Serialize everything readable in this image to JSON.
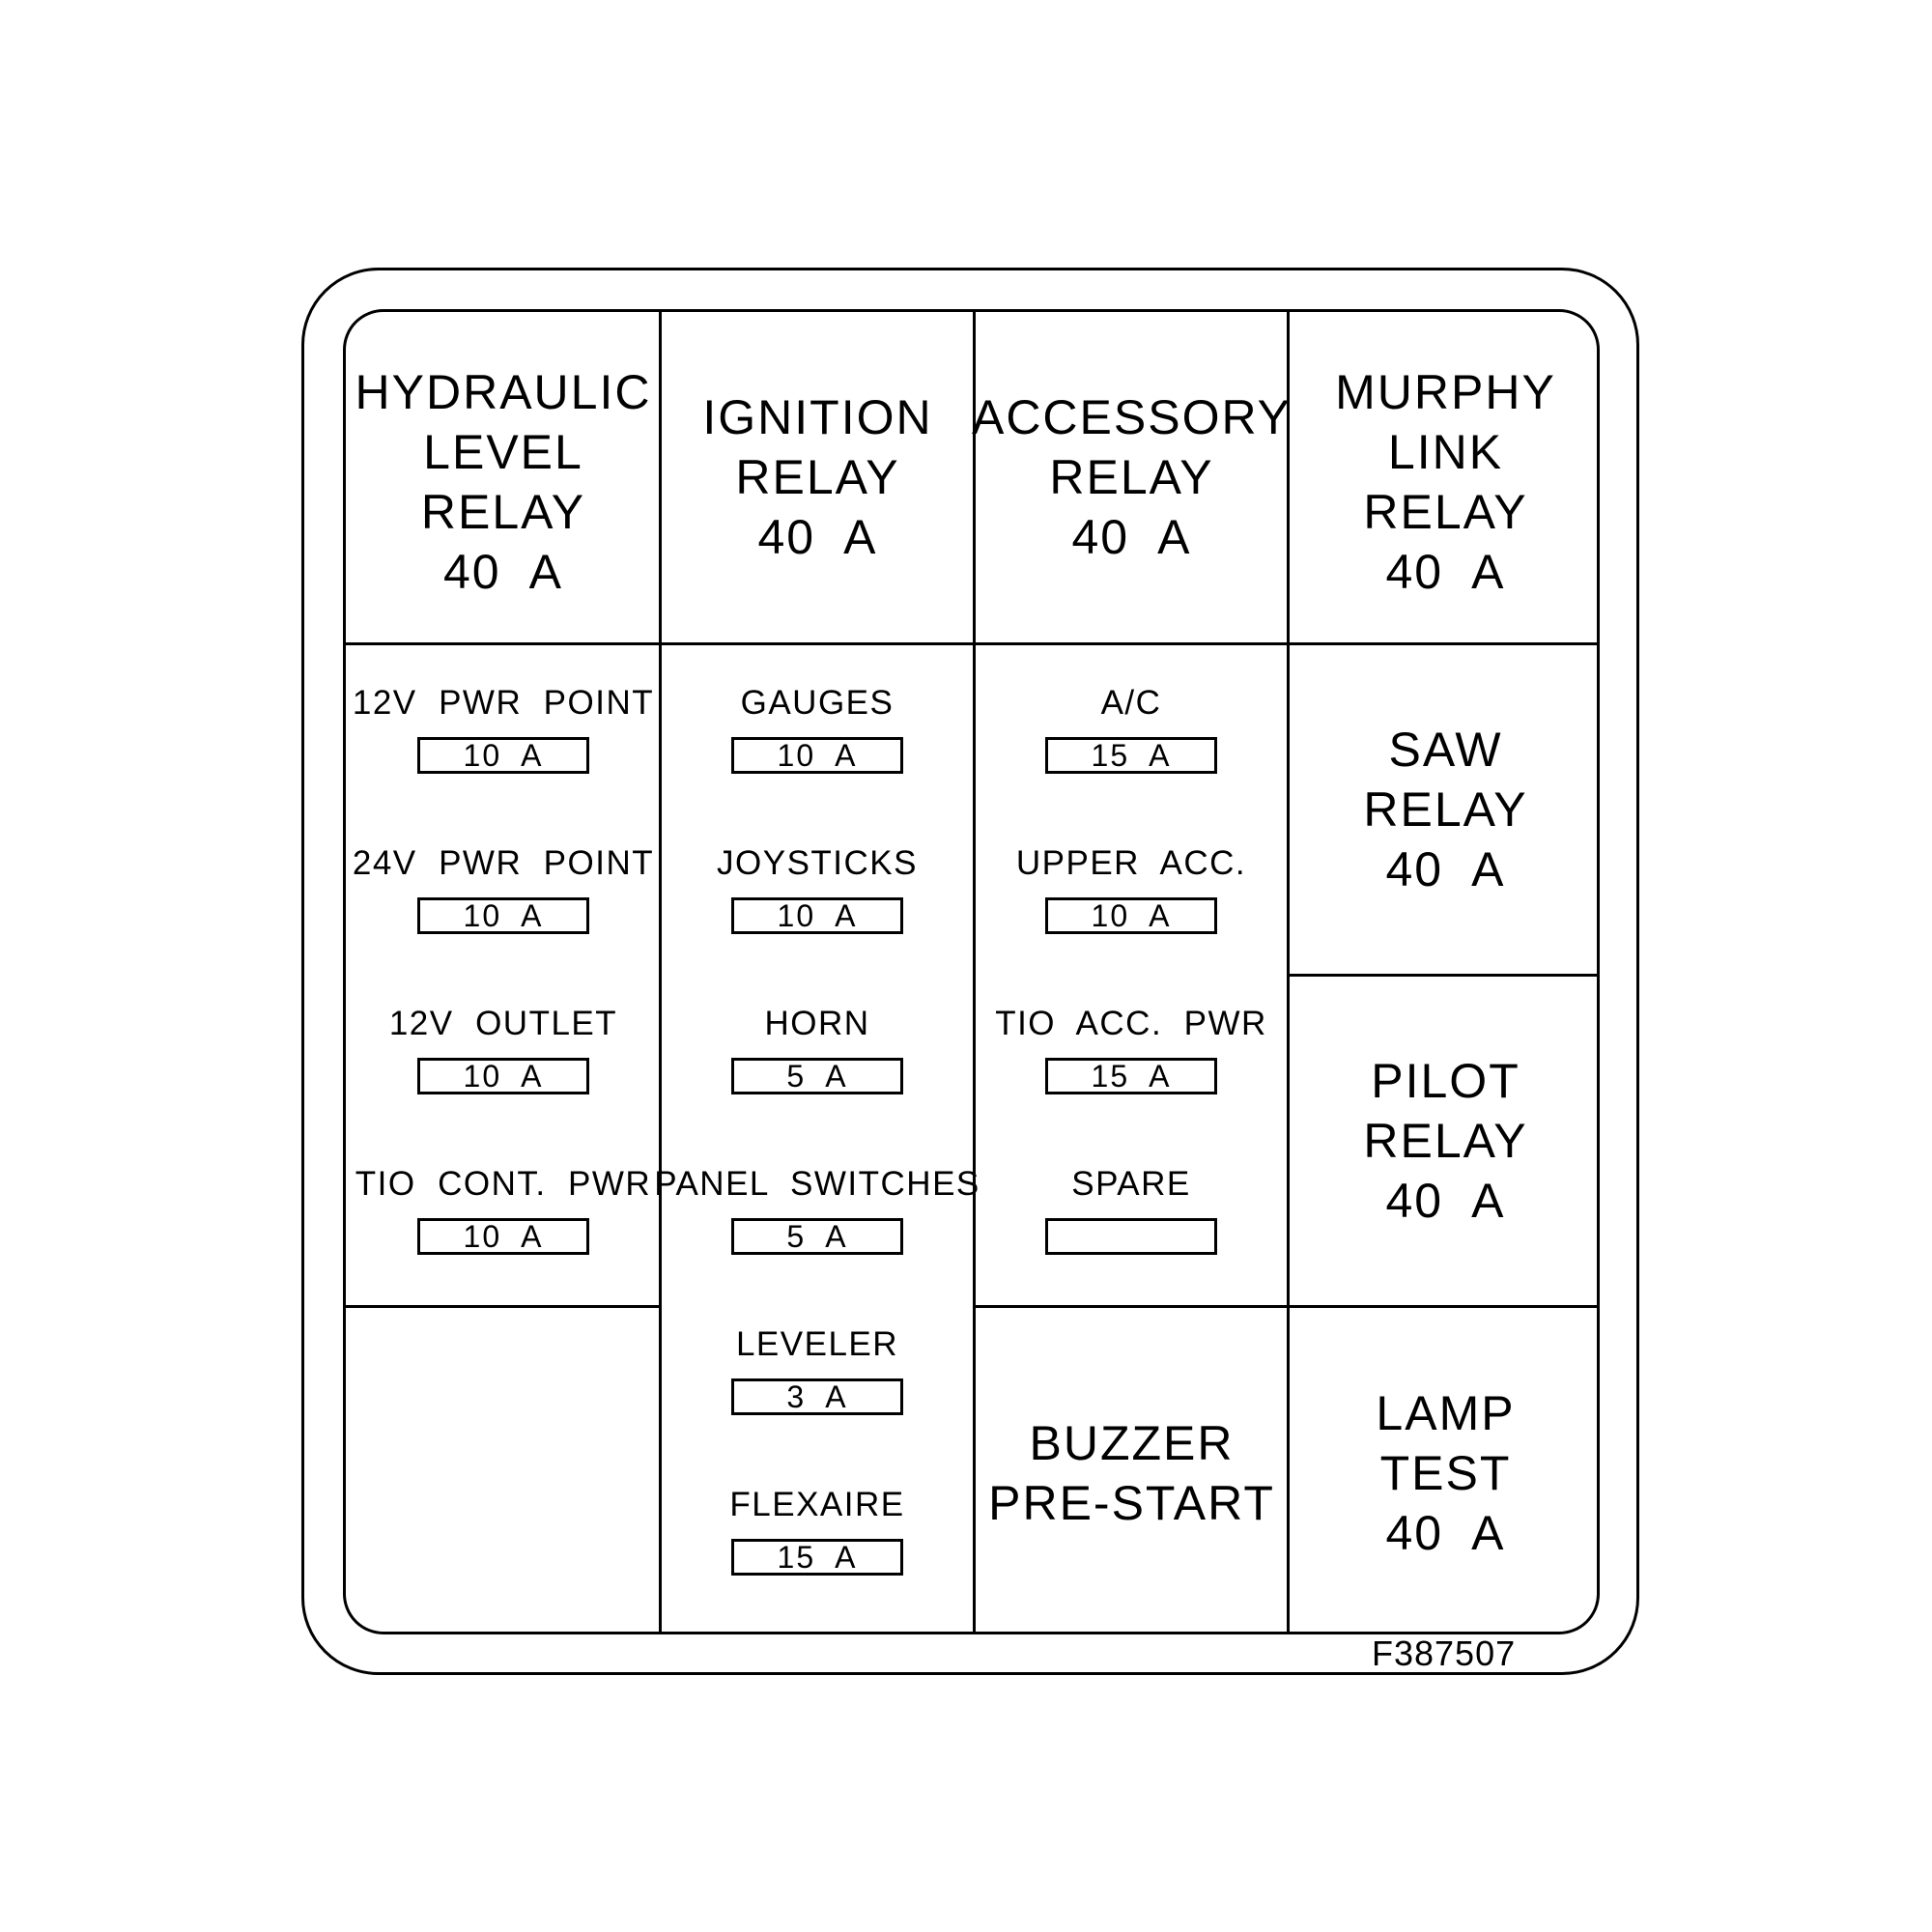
{
  "relays": {
    "hydraulic_level": [
      "HYDRAULIC",
      "LEVEL",
      "RELAY",
      "40  A"
    ],
    "ignition": [
      "IGNITION",
      "RELAY",
      "40  A"
    ],
    "accessory": [
      "ACCESSORY",
      "RELAY",
      "40  A"
    ],
    "murphy_link": [
      "MURPHY",
      "LINK",
      "RELAY",
      "40  A"
    ],
    "saw": [
      "SAW",
      "RELAY",
      "40  A"
    ],
    "pilot": [
      "PILOT",
      "RELAY",
      "40  A"
    ],
    "buzzer": [
      "BUZZER",
      "PRE-START"
    ],
    "lamp_test": [
      "LAMP",
      "TEST",
      "40  A"
    ]
  },
  "fuses": {
    "col1": [
      {
        "label": "12V  PWR  POINT",
        "rating": "10  A"
      },
      {
        "label": "24V  PWR  POINT",
        "rating": "10  A"
      },
      {
        "label": "12V  OUTLET",
        "rating": "10  A"
      },
      {
        "label": "TIO  CONT.  PWR",
        "rating": "10  A"
      }
    ],
    "col2": [
      {
        "label": "GAUGES",
        "rating": "10  A"
      },
      {
        "label": "JOYSTICKS",
        "rating": "10  A"
      },
      {
        "label": "HORN",
        "rating": "5  A"
      },
      {
        "label": "PANEL  SWITCHES",
        "rating": "5  A"
      },
      {
        "label": "LEVELER",
        "rating": "3  A"
      },
      {
        "label": "FLEXAIRE",
        "rating": "15  A"
      }
    ],
    "col3": [
      {
        "label": "A/C",
        "rating": "15  A"
      },
      {
        "label": "UPPER  ACC.",
        "rating": "10  A"
      },
      {
        "label": "TIO  ACC.  PWR",
        "rating": "15  A"
      },
      {
        "label": "SPARE",
        "rating": ""
      }
    ]
  },
  "part_number": "F387507"
}
